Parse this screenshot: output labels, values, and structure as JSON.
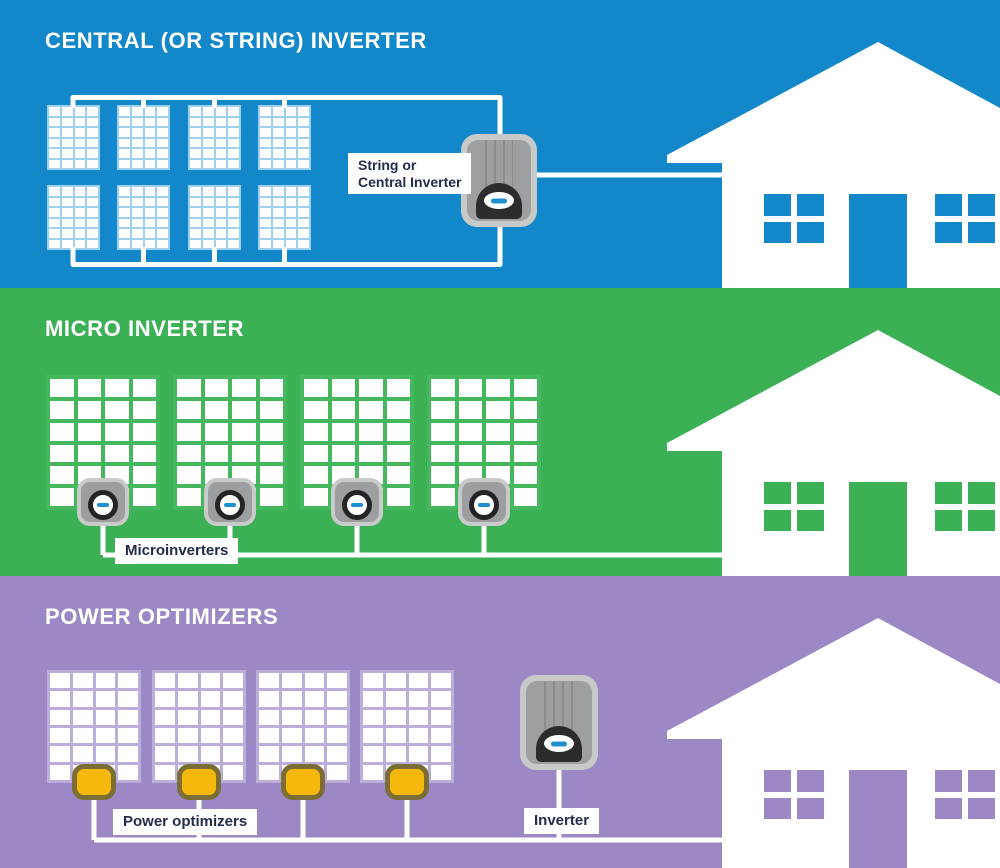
{
  "infographic": {
    "sections": [
      {
        "title": "CENTRAL (OR STRING) INVERTER",
        "background_color": "#1287c9",
        "panel_count": 8,
        "panel_grid": "4x6",
        "device": "string-central-inverter",
        "device_label_line1": "String or",
        "device_label_line2": "Central Inverter",
        "house_accent_color": "#1287c9"
      },
      {
        "title": "MICRO INVERTER",
        "background_color": "#3cb055",
        "panel_count": 4,
        "panel_grid": "4x6",
        "device": "microinverters",
        "device_label": "Microinverters",
        "house_accent_color": "#3cb055"
      },
      {
        "title": "POWER OPTIMIZERS",
        "background_color": "#9d88c6",
        "panel_count": 4,
        "panel_grid": "4x6",
        "device": "power-optimizers-plus-inverter",
        "optimizer_label": "Power optimizers",
        "inverter_label": "Inverter",
        "house_accent_color": "#9d88c6"
      }
    ],
    "colors": {
      "wire": "#ffffff",
      "title_text": "#ffffff",
      "label_text": "#232c4d",
      "label_background": "#ffffff",
      "device_frame": "#c8cac9",
      "device_body": "#9e9fa0",
      "device_indicator_blue": "#1d8fd0",
      "device_blob_black": "#2c2c2e",
      "optimizer_fill": "#f6b80d",
      "optimizer_border": "#7b6d34",
      "panel_cell": "#ffffff"
    }
  }
}
